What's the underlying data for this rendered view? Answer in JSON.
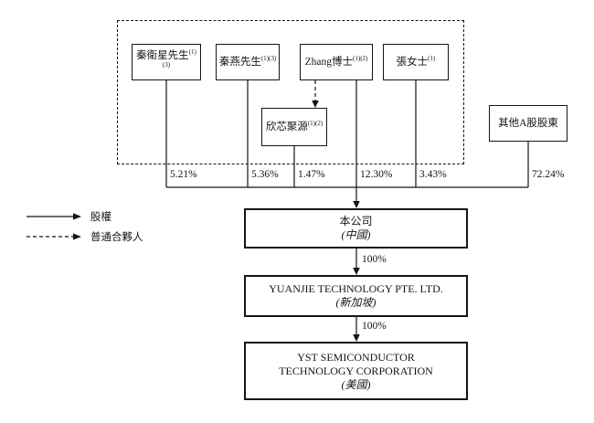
{
  "legend": {
    "equity": "股權",
    "general_partner": "普通合夥人"
  },
  "shareholders": [
    {
      "name": "秦衛星先生",
      "note": "(1)(3)",
      "pct": "5.21%"
    },
    {
      "name": "秦燕先生",
      "note": "(1)(3)",
      "pct": "5.36%"
    },
    {
      "name": "Zhang博士",
      "note": "(1)(2)",
      "pct": "12.30%"
    },
    {
      "name": "張女士",
      "note": "(1)",
      "pct": "3.43%"
    }
  ],
  "partnership": {
    "name": "欣芯聚源",
    "note": "(1)(2)",
    "pct": "1.47%"
  },
  "other_shareholders": {
    "name": "其他A股股東",
    "pct": "72.24%"
  },
  "company": {
    "name": "本公司",
    "region": "(中國)"
  },
  "subsidiary_sg": {
    "name": "YUANJIE TECHNOLOGY PTE. LTD.",
    "region": "(新加坡)",
    "pct": "100%"
  },
  "subsidiary_us": {
    "name_line1": "YST SEMICONDUCTOR",
    "name_line2": "TECHNOLOGY CORPORATION",
    "region": "(美國)",
    "pct": "100%"
  }
}
